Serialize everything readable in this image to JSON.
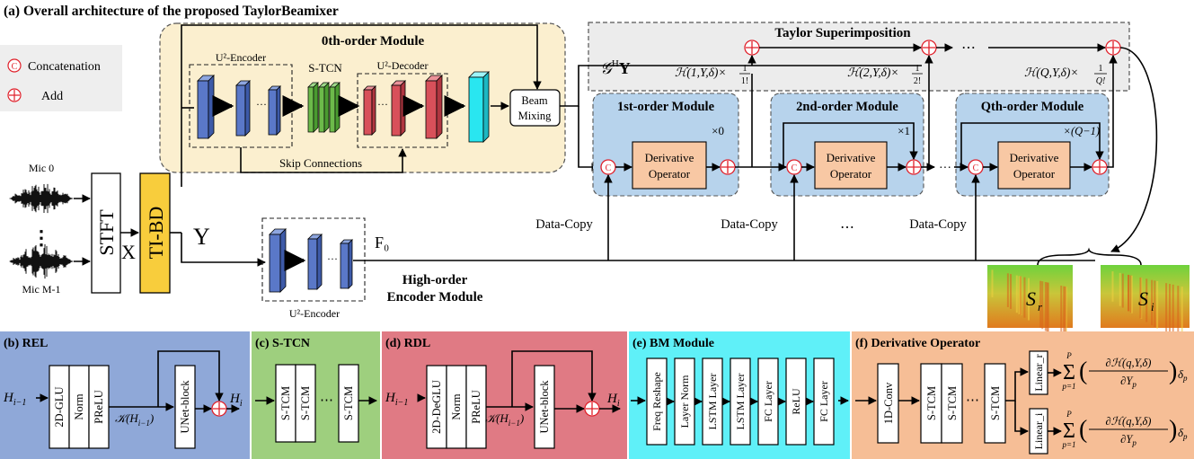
{
  "title": "(a) Overall architecture of the proposed TaylorBeamixer",
  "legend": {
    "concatenation": "Concatenation",
    "add": "Add",
    "concat_symbol": "C"
  },
  "inputs": {
    "mic_top": "Mic 0",
    "mic_bottom": "Mic M-1",
    "dots": "⋮"
  },
  "stft": "STFT",
  "x_label": "X",
  "tibd": "TI-BD",
  "y_label": "Y",
  "zeroth": {
    "title": "0th-order Module",
    "encoder": "U²-Encoder",
    "stcn": "S-TCN",
    "decoder": "U²-Decoder",
    "skip": "Skip Connections",
    "beam1": "Beam",
    "beam2": "Mixing"
  },
  "taylor": {
    "title": "Taylor Superimposition",
    "ghy": "𝒢ᴴY",
    "term1": "ℋ(1,Y,δ)×",
    "term2": "ℋ(2,Y,δ)×",
    "termq": "ℋ(Q,Y,δ)×",
    "frac1n": "1",
    "frac1d": "1!",
    "frac2n": "1",
    "frac2d": "2!",
    "fracqn": "1",
    "fracqd": "Q!",
    "ellipsis": "⋯"
  },
  "modules": [
    {
      "title": "1st-order Module",
      "mult": "×0",
      "op1": "Derivative",
      "op2": "Operator"
    },
    {
      "title": "2nd-order Module",
      "mult": "×1",
      "op1": "Derivative",
      "op2": "Operator"
    },
    {
      "title": "Qth-order Module",
      "mult": "×(Q−1)",
      "op1": "Derivative",
      "op2": "Operator"
    }
  ],
  "data_copy": "Data-Copy",
  "mid_dots": "⋯",
  "high_order": {
    "encoder": "U²-Encoder",
    "title1": "High-order",
    "title2": "Encoder Module",
    "f0": "F₀"
  },
  "spectrograms": {
    "sr": "S",
    "sr_sub": "r",
    "si": "S",
    "si_sub": "i"
  },
  "rel": {
    "title": "(b) REL",
    "input": "H",
    "input_sub": "i−1",
    "output": "H",
    "output_sub": "i",
    "blocks": [
      "2D-GLU",
      "Norm",
      "PReLU"
    ],
    "kappa": "𝒦(H",
    "kappa_sub": "i−1",
    "kappa_end": ")",
    "unet": "UNet-block"
  },
  "stcn": {
    "title": "(c) S-TCN",
    "blocks": [
      "S-TCM",
      "S-TCM",
      "S-TCM"
    ],
    "dots": "⋯"
  },
  "rdl": {
    "title": "(d) RDL",
    "input": "H",
    "input_sub": "i−1",
    "output": "H",
    "output_sub": "i",
    "blocks": [
      "2D-DeGLU",
      "Norm",
      "PReLU"
    ],
    "kappa": "𝒦(H",
    "kappa_sub": "i−1",
    "kappa_end": ")",
    "unet": "UNet-block"
  },
  "bm": {
    "title": "(e) BM Module",
    "blocks": [
      "Freq Reshape",
      "Layer Norm",
      "LSTM Layer",
      "LSTM Layer",
      "FC Layer",
      "ReLU",
      "FC Layer"
    ]
  },
  "deriv": {
    "title": "(f) Derivative Operator",
    "blocks": [
      "1D-Conv",
      "S-TCM",
      "S-TCM",
      "S-TCM"
    ],
    "dots": "⋯",
    "linear_r": "Linear_r",
    "linear_i": "Linear_i",
    "sum_top": "P",
    "sum_bot": "p=1",
    "num": "∂ℋ(q,Y,δ)",
    "den": "∂Y",
    "den_sub": "p",
    "delta": "δ",
    "delta_sub": "p"
  },
  "colors": {
    "encoder": "#5a78c8",
    "stcn": "#6cba4a",
    "decoder": "#d8505a",
    "cyan": "#29e6f0",
    "tibd": "#f8cd3c",
    "zeroth_bg": "#fbefcf",
    "taylor_bg": "#ececec",
    "module_bg": "#b7d3ec",
    "derivative": "#f8c8a4",
    "rel_bg": "#8fa8d8",
    "stcn_bg": "#9ecf7e",
    "rdl_bg": "#e07a84",
    "bm_bg": "#5ff0f8",
    "deriv_bg": "#f6be96",
    "red": "#e0202a"
  }
}
